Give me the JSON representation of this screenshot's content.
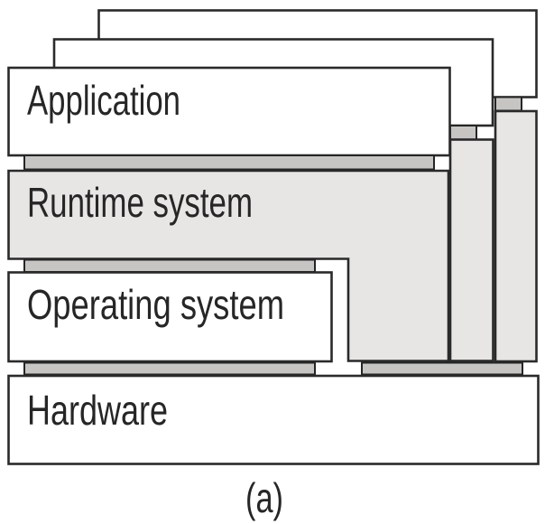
{
  "figure": {
    "caption": "(a)",
    "layers": {
      "application": "Application",
      "runtime": "Runtime system",
      "operating_system": "Operating system",
      "hardware": "Hardware"
    },
    "colors": {
      "background": "#ffffff",
      "box_fill": "#ffffff",
      "runtime_fill": "#e7e6e4",
      "interface_bar_fill": "#c6c5c3",
      "outline": "#2a2a2a",
      "text": "#262626"
    }
  }
}
